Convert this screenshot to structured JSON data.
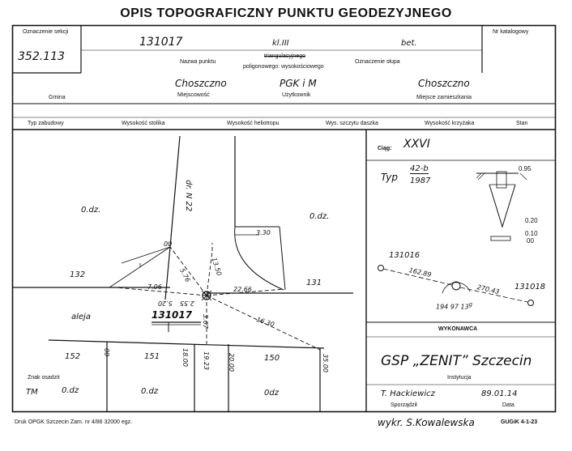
{
  "title": "OPIS TOPOGRAFICZNY PUNKTU GEODEZYJNEGO",
  "header": {
    "section_label": "Oznaczenie sekcji",
    "section_value": "352.113",
    "catalog_label": "Nr katalogowy",
    "point_number": "131017",
    "class": "kl.III",
    "post_type": "bet.",
    "point_name_label": "Nazwa punktu",
    "point_type_1": "triangulacyjnego",
    "point_type_2": "poligonowego: wysokościowego",
    "post_mark_label": "Oznaczenie słupa"
  },
  "location": {
    "commune_value": "Choszczno",
    "user_value": "PGK i M",
    "residence_value": "Choszczno",
    "commune_label": "Gmina",
    "locality_label": "Miejscowość",
    "user_label": "Użytkownik",
    "residence_label": "Miejsce zamieszkania"
  },
  "columns": [
    "Typ zabudowy",
    "Wysokość stolika",
    "Wysokość heliotropu",
    "Wys. szczytu daszka",
    "Wysokość krzyżaka",
    "Stan"
  ],
  "map": {
    "odz1": "0.dz.",
    "odz2": "0.dz.",
    "road": "dr. N 22",
    "p132": "132",
    "p131": "131",
    "aleja": "aleja",
    "point": "131017",
    "p152": "152",
    "p151": "151",
    "p150": "150",
    "odz3": "0.dz",
    "odz4": "0.dz",
    "odz5": "0dz",
    "tm": "TM",
    "m576": "5.76",
    "m1350": "13.50",
    "m706": "7.06",
    "m2266": "22.66",
    "m255": "2.55",
    "m520": "5.20",
    "m367": "3.67",
    "m1630": "16.30",
    "m00a": "00",
    "m00b": "00",
    "m1800": "18.00",
    "m1923": "19.23",
    "m2000": "20.00",
    "m3500": "35.00",
    "m330": "3.30"
  },
  "side": {
    "ciag_label": "Ciąg:",
    "ciag_value": "XXVI",
    "typ_label": "Typ",
    "typ_num": "42-b",
    "typ_year": "1987",
    "d095": "0.95",
    "d020": "0.20",
    "d010": "0.10",
    "d00": "00",
    "p131016": "131016",
    "p131018": "131018",
    "dist1": "162.89",
    "dist2": "270.43",
    "angle": "194 97 13",
    "angle_unit": "g"
  },
  "contractor": {
    "label": "WYKONAWCA",
    "name": "GSP „ZENIT” Szczecin",
    "institution_label": "Instytucja",
    "author": "T. Hackiewicz",
    "date": "89.01.14",
    "author_label": "Sporządził",
    "date_label": "Data"
  },
  "footer": {
    "marks_label": "Znak osadzit",
    "print": "Druk OPGK Szczecin Zam. nr 4/86  32000 egz.",
    "drawn": "wykr. S.Kowalewska",
    "code": "GUGiK 4-1-23"
  }
}
